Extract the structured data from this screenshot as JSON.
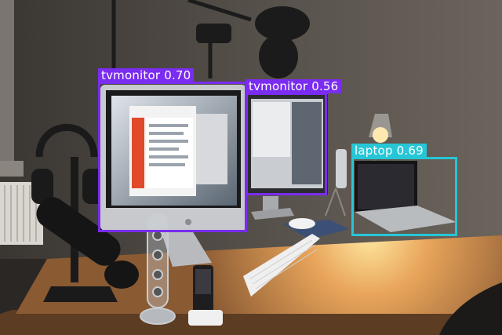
{
  "detections": [
    {
      "label": "tvmonitor 0.70",
      "class_name": "tvmonitor",
      "score": 0.7,
      "color": "#7a2cf0"
    },
    {
      "label": "tvmonitor 0.56",
      "class_name": "tvmonitor",
      "score": 0.56,
      "color": "#7a2cf0"
    },
    {
      "label": "laptop 0.69",
      "class_name": "laptop",
      "score": 0.69,
      "color": "#26c6d6"
    }
  ],
  "colors": {
    "wall": "#4a4540",
    "desk": "#c98a4a",
    "lamp_glow": "#ffd27a",
    "box_purple": "#7a2cf0",
    "box_cyan": "#26c6d6"
  }
}
